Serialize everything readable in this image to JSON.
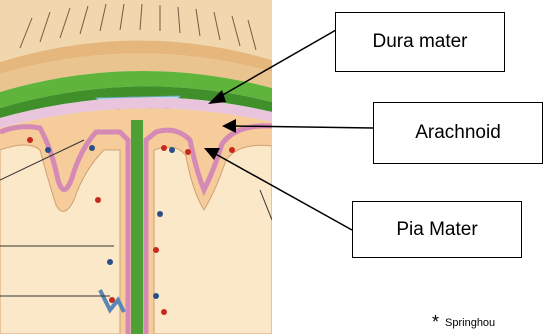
{
  "labels": {
    "dura_mater": "Dura mater",
    "arachnoid": "Arachnoid",
    "pia_mater": "Pia Mater"
  },
  "credit": {
    "star": "*",
    "text": "Springhou"
  },
  "colors": {
    "skin": "#e9c48f",
    "dura": "#5fb43c",
    "arachnoid_sac": "#aee0e8",
    "pia": "#d58ab5",
    "cortex": "#f5cc9a",
    "cortex_outline": "#d0a070",
    "white_matter": "#fbe8c8",
    "vessel_red": "#c8281e",
    "vessel_blue": "#2a4f88"
  }
}
